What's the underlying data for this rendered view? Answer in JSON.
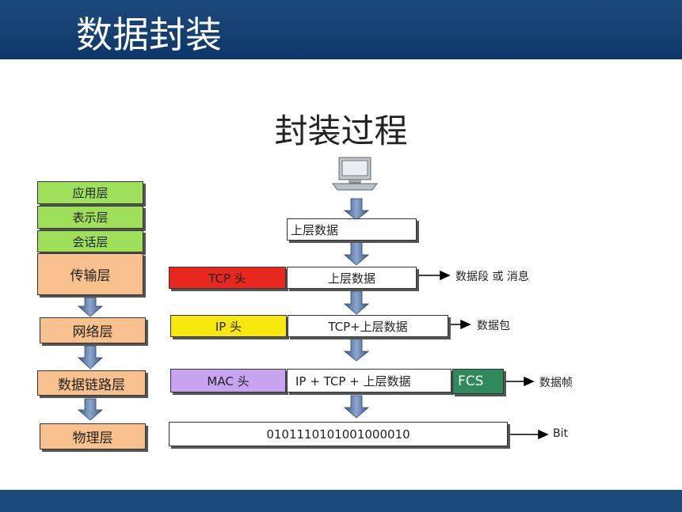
{
  "title": "数据封装",
  "subtitle": "封装过程",
  "layers": {
    "application": "应用层",
    "presentation": "表示层",
    "session": "会话层",
    "transport": "传输层",
    "network": "网络层",
    "datalink": "数据链路层",
    "physical": "物理层"
  },
  "headers": {
    "tcp": "TCP 头",
    "ip": "IP 头",
    "mac": "MAC 头",
    "fcs": "FCS"
  },
  "data": {
    "upper": "上层数据",
    "upper2": "上层数据",
    "tcp_upper": "TCP+上层数据",
    "ip_tcp_upper": "IP + TCP + 上层数据",
    "bits": "0101110101001000010"
  },
  "units": {
    "segment": "数据段 或 消息",
    "packet": "数据包",
    "frame": "数据帧",
    "bit": "Bit"
  },
  "colors": {
    "header_bg": "#1d4a7d",
    "green_layer": "#9ee05a",
    "orange_layer": "#f8c08c",
    "tcp_red": "#e8281e",
    "ip_yellow": "#f8e810",
    "mac_purple": "#c8a4f0",
    "fcs_green": "#2e8a5a"
  }
}
